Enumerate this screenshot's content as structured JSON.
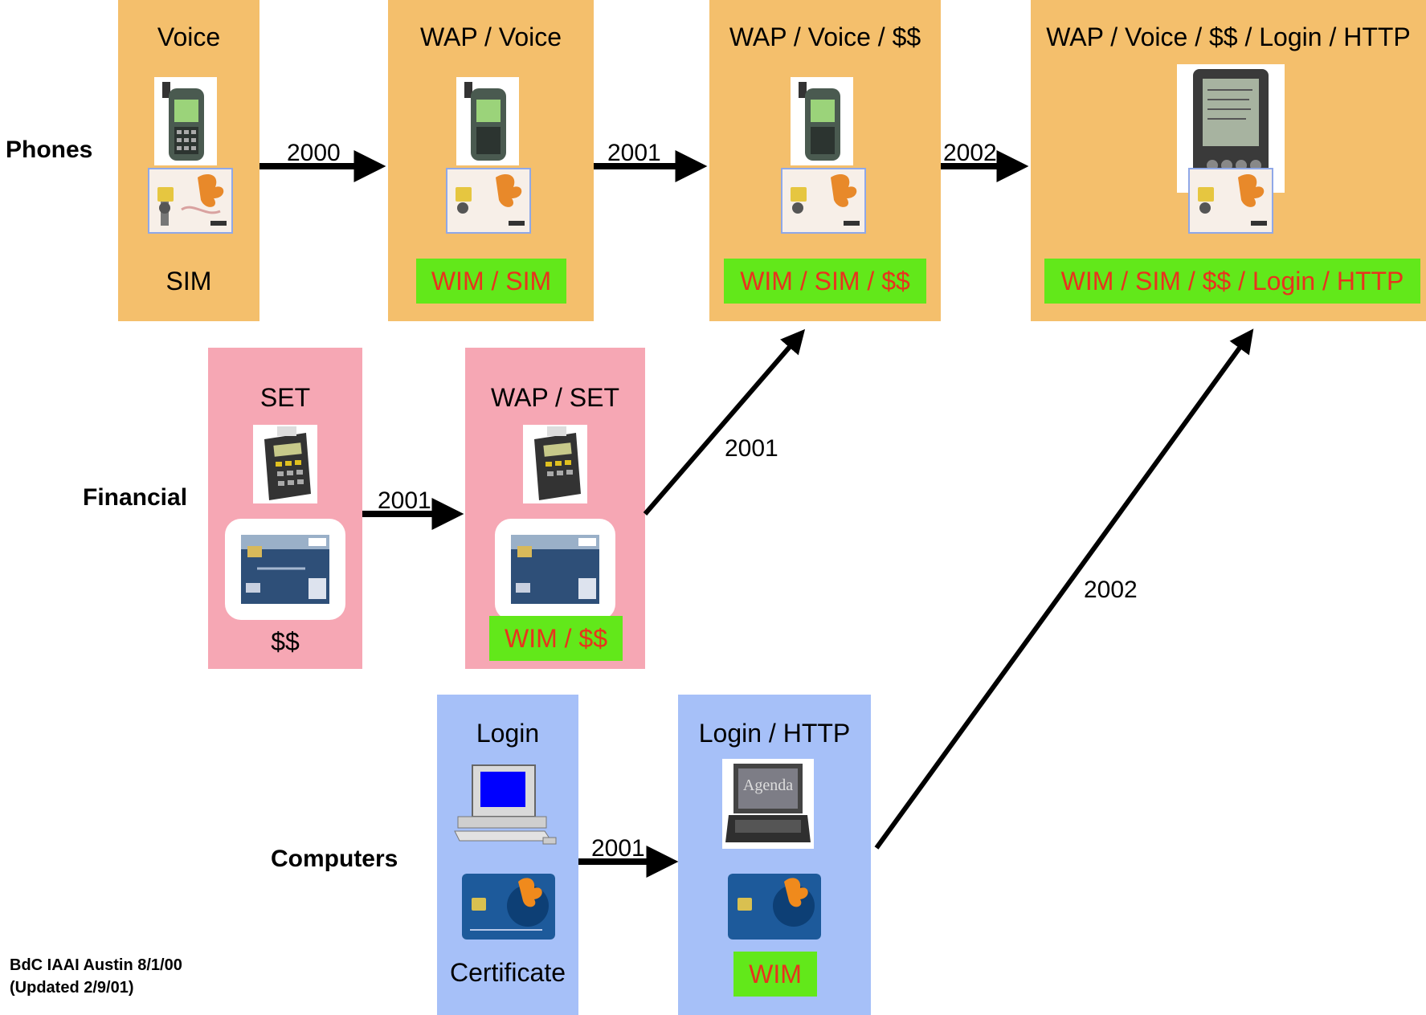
{
  "row_labels": {
    "phones": "Phones",
    "financial": "Financial",
    "computers": "Computers"
  },
  "phones": {
    "box1": {
      "title": "Voice",
      "bottom": "SIM"
    },
    "box2": {
      "title": "WAP / Voice",
      "tag": "WIM / SIM"
    },
    "box3": {
      "title": "WAP / Voice / $$",
      "tag": "WIM / SIM / $$"
    },
    "box4": {
      "title": "WAP / Voice / $$ / Login / HTTP",
      "tag": "WIM / SIM / $$ / Login / HTTP"
    }
  },
  "financial": {
    "box1": {
      "title": "SET",
      "bottom": "$$"
    },
    "box2": {
      "title": "WAP / SET",
      "tag": "WIM / $$"
    }
  },
  "computers": {
    "box1": {
      "title": "Login",
      "bottom": "Certificate"
    },
    "box2": {
      "title": "Login / HTTP",
      "tag": "WIM"
    }
  },
  "arrows": {
    "phones_1": "2000",
    "phones_2": "2001",
    "phones_3": "2002",
    "financial_1": "2001",
    "financial_up": "2001",
    "computers_1": "2001",
    "computers_up": "2002"
  },
  "images": {
    "phone_screen_text": "",
    "laptop_screen_text": "Agenda"
  },
  "footer": {
    "line1": "BdC IAAI Austin 8/1/00",
    "line2": "(Updated 2/9/01)"
  },
  "colors": {
    "orange_box": "#f4bf6c",
    "pink_box": "#f6a7b4",
    "blue_box": "#a6c0f8",
    "tag_background": "#62e81a",
    "tag_text": "#e8331d"
  },
  "icons": [
    "mobile-phone-icon",
    "sim-card-icon",
    "pda-icon",
    "payment-terminal-icon",
    "credit-card-icon",
    "desktop-computer-icon",
    "laptop-icon",
    "smart-card-icon"
  ]
}
